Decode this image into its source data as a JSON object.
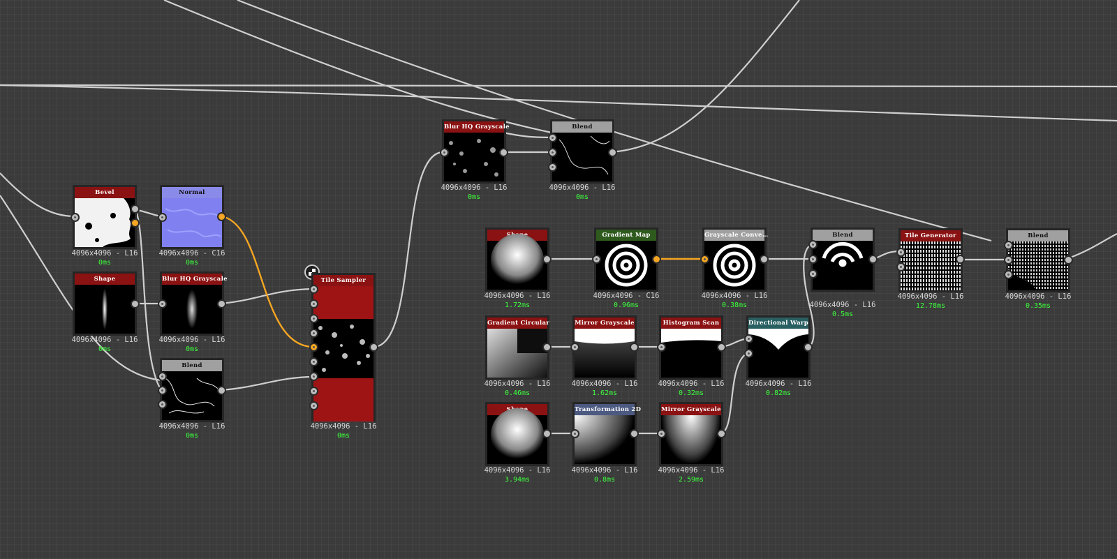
{
  "colors": {
    "background": "#3b3b3b",
    "wire": "#cfcfcf",
    "wire_color_link": "#f5a623",
    "header_grayscale_filter": "#8b1212",
    "header_color_filter": "#8a8ae8",
    "header_blend": "#a0a0a0",
    "header_gradient_map": "#2f5a1e",
    "header_directional_warp": "#2a5f62",
    "header_transformation": "#4c5a82",
    "timing_text": "#3cff3c"
  },
  "frame_icon": "checker-icon",
  "nodes": [
    {
      "id": "bevel",
      "title": "Bevel",
      "res": "4096x4096 - L16",
      "time": "0ms"
    },
    {
      "id": "normal",
      "title": "Normal",
      "res": "4096x4096 - C16",
      "time": "0ms"
    },
    {
      "id": "shape1",
      "title": "Shape",
      "res": "4096x4096 - L16",
      "time": "0ms"
    },
    {
      "id": "blurhq1",
      "title": "Blur HQ Grayscale",
      "res": "4096x4096 - L16",
      "time": "0ms"
    },
    {
      "id": "blend1",
      "title": "Blend",
      "res": "4096x4096 - L16",
      "time": "0ms"
    },
    {
      "id": "tilesampler",
      "title": "Tile Sampler",
      "res": "4096x4096 - L16",
      "time": "0ms"
    },
    {
      "id": "blurhq2",
      "title": "Blur HQ Grayscale",
      "res": "4096x4096 - L16",
      "time": "0ms"
    },
    {
      "id": "blend2",
      "title": "Blend",
      "res": "4096x4096 - L16",
      "time": "0ms"
    },
    {
      "id": "shape2",
      "title": "Shape",
      "res": "4096x4096 - L16",
      "time": "1.72ms"
    },
    {
      "id": "gradmap",
      "title": "Gradient Map",
      "res": "4096x4096 - C16",
      "time": "0.96ms"
    },
    {
      "id": "grayconv",
      "title": "Grayscale Conve…",
      "res": "4096x4096 - L16",
      "time": "0.38ms"
    },
    {
      "id": "blend3",
      "title": "Blend",
      "res": "4096x4096 - L16",
      "time": "0.5ms"
    },
    {
      "id": "tilegen",
      "title": "Tile Generator",
      "res": "4096x4096 - L16",
      "time": "12.78ms"
    },
    {
      "id": "blend4",
      "title": "Blend",
      "res": "4096x4096 - L16",
      "time": "0.35ms"
    },
    {
      "id": "gradcirc",
      "title": "Gradient Circular",
      "res": "4096x4096 - L16",
      "time": "0.46ms"
    },
    {
      "id": "mirror1",
      "title": "Mirror Grayscale",
      "res": "4096x4096 - L16",
      "time": "1.62ms"
    },
    {
      "id": "histscan",
      "title": "Histogram Scan",
      "res": "4096x4096 - L16",
      "time": "0.32ms"
    },
    {
      "id": "dirwarp",
      "title": "Directional Warp",
      "res": "4096x4096 - L16",
      "time": "0.82ms"
    },
    {
      "id": "shape3",
      "title": "Shape",
      "res": "4096x4096 - L16",
      "time": "3.94ms"
    },
    {
      "id": "transform2d",
      "title": "Transformation 2D",
      "res": "4096x4096 - L16",
      "time": "0.8ms"
    },
    {
      "id": "mirror2",
      "title": "Mirror Grayscale",
      "res": "4096x4096 - L16",
      "time": "2.59ms"
    }
  ]
}
